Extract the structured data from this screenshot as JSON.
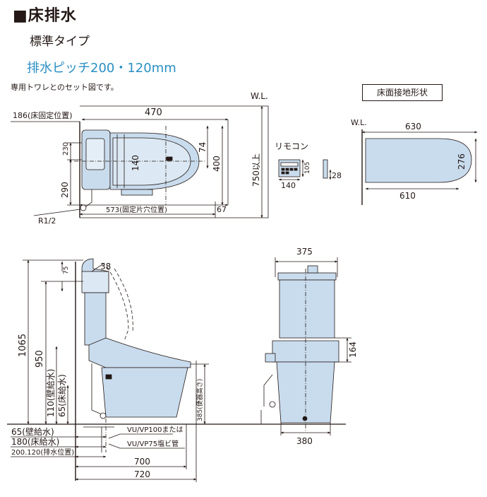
{
  "header": {
    "title": "■床排水",
    "subtitle": "標準タイプ",
    "pitch": "排水ピッチ200・120mm",
    "note": "専用トワレとのセット図です。"
  },
  "floor_contact": {
    "title": "床面接地形状"
  },
  "labels": {
    "wl": "W.L.",
    "d186": "186(床固定位置)",
    "d470": "470",
    "d230": "230",
    "d140": "140",
    "d74": "74",
    "d400": "400",
    "d290": "290",
    "d750": "750以上",
    "d573": "573(固定片穴位置)",
    "d67": "67",
    "r12": "R1/2",
    "remote": "リモコン",
    "r140": "140",
    "r105": "105",
    "r28": "28",
    "f630": "630",
    "f276": "276",
    "f610": "610",
    "s75": "75",
    "s38": "38",
    "s1065": "1065",
    "s950": "950",
    "s110": "110(壁給水)",
    "s65v": "65(床給水)",
    "s65": "65(壁給水)",
    "s180": "180(床給水)",
    "s200": "200.120(排水位置)",
    "pipe1": "VU/VP100または",
    "pipe2": "VU/VP75塩ビ管",
    "s385": "385(便器高さ)",
    "s700": "700",
    "s720": "720",
    "b375": "375",
    "b164": "164",
    "b380": "380"
  },
  "colors": {
    "fill": "#c9dcee",
    "line": "#231815",
    "accent": "#2a8fc4"
  }
}
